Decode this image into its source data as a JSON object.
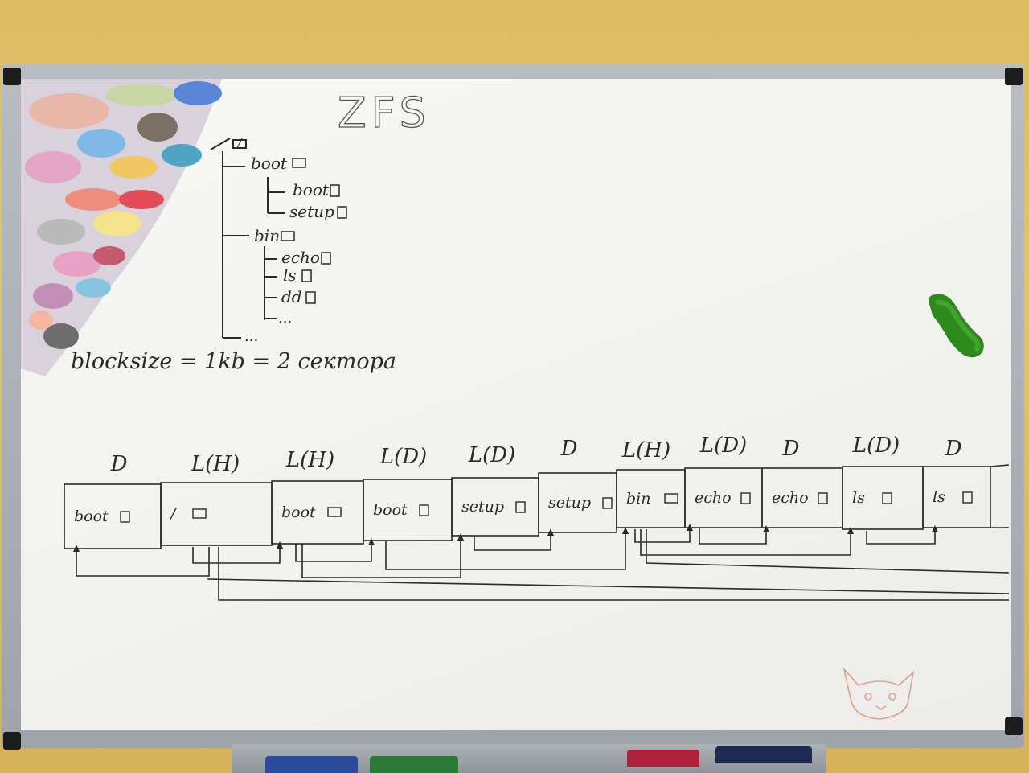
{
  "board": {
    "title": "ZFS",
    "blocksize_note": "blocksize = 1kb = 2 сектора"
  },
  "tree": {
    "root": "/",
    "items": [
      {
        "label": "boot",
        "kind": "folder"
      },
      {
        "label": "boot",
        "kind": "file"
      },
      {
        "label": "setup",
        "kind": "file"
      },
      {
        "label": "bin",
        "kind": "folder"
      },
      {
        "label": "echo",
        "kind": "file"
      },
      {
        "label": "ls",
        "kind": "file"
      },
      {
        "label": "dd",
        "kind": "file"
      },
      {
        "label": "...",
        "kind": "more"
      },
      {
        "label": "...",
        "kind": "more"
      }
    ]
  },
  "blocks": [
    {
      "tag": "D",
      "label": "boot",
      "kind": "file"
    },
    {
      "tag": "L(H)",
      "label": "/",
      "kind": "folder"
    },
    {
      "tag": "L(H)",
      "label": "boot",
      "kind": "folder"
    },
    {
      "tag": "L(D)",
      "label": "boot",
      "kind": "file"
    },
    {
      "tag": "L(D)",
      "label": "setup",
      "kind": "file"
    },
    {
      "tag": "D",
      "label": "setup",
      "kind": "file"
    },
    {
      "tag": "L(H)",
      "label": "bin",
      "kind": "folder"
    },
    {
      "tag": "L(D)",
      "label": "echo",
      "kind": "file"
    },
    {
      "tag": "D",
      "label": "echo",
      "kind": "file"
    },
    {
      "tag": "L(D)",
      "label": "ls",
      "kind": "file"
    },
    {
      "tag": "D",
      "label": "ls",
      "kind": "file"
    }
  ],
  "colors": {
    "wall": "#d9b862",
    "board": "#f4f4f1",
    "frame": "#a7adb3",
    "ink": "#2a2a2a",
    "eraser": "#2f8a1e"
  },
  "icons": [
    "folder-icon",
    "file-icon",
    "eraser",
    "cat-doodle",
    "paint-smear"
  ]
}
